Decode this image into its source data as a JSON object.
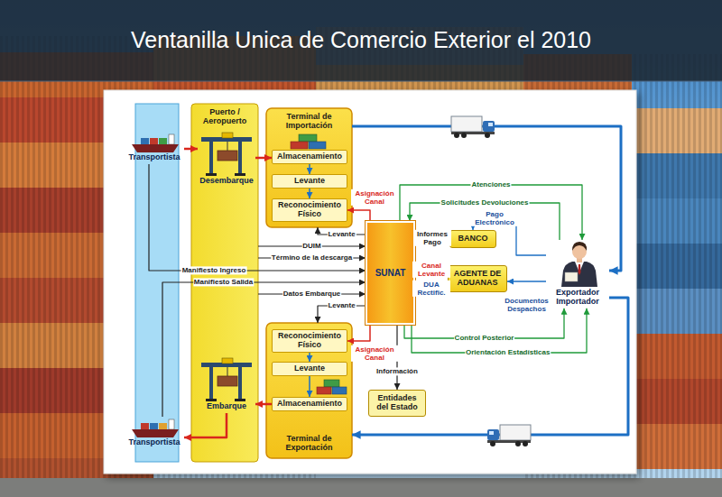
{
  "diagram": {
    "title": "Ventanilla Unica de Comercio Exterior el 2010",
    "nodes": [
      {
        "text": [
          "Transportista"
        ]
      },
      {
        "text": [
          "Puerto / Aeropuerto"
        ]
      },
      {
        "text": [
          "Desembarque"
        ],
        "in": 1
      },
      {
        "text": [
          "Terminal de Importación"
        ]
      },
      {
        "text": [
          "Almacenamiento"
        ],
        "in": 3
      },
      {
        "text": [
          "Levante"
        ],
        "in": 3
      },
      {
        "text": [
          "Reconocimiento Físico"
        ],
        "in": 3
      },
      {
        "text": [
          "SUNAT"
        ]
      },
      {
        "text": [
          "BANCO"
        ]
      },
      {
        "text": [
          "AGENTE DE ADUANAS"
        ]
      },
      {
        "text": [
          "Exportador Importador"
        ]
      },
      {
        "text": [
          "Terminal de Exportación"
        ]
      },
      {
        "text": [
          "Reconocimiento Físico"
        ],
        "in": 11
      },
      {
        "text": [
          "Levante"
        ],
        "in": 11
      },
      {
        "text": [
          "Almacenamiento"
        ],
        "in": 11
      },
      {
        "text": [
          "Embarque"
        ],
        "in": 1
      },
      {
        "text": [
          "Entidades del Estado"
        ]
      },
      {
        "text": [
          "Transportista"
        ]
      }
    ],
    "edges": [
      {
        "from": 0,
        "to": 2,
        "arrow": "to"
      },
      {
        "from": 2,
        "to": 4,
        "arrow": "to"
      },
      {
        "from": 4,
        "to": 5,
        "arrow": "to"
      },
      {
        "from": 5,
        "to": 6,
        "arrow": "to"
      },
      {
        "from": 7,
        "to": 6,
        "label": "Asignación Canal",
        "arrow": "to"
      },
      {
        "from": 7,
        "to": 3,
        "label": "Levante",
        "arrow": "to"
      },
      {
        "from": 1,
        "to": 7,
        "label": "DUIM",
        "arrow": "to"
      },
      {
        "from": 1,
        "to": 7,
        "label": "Término de la descarga",
        "arrow": "to"
      },
      {
        "from": 0,
        "to": 7,
        "label": "Manifiesto Ingreso",
        "arrow": "to"
      },
      {
        "from": 17,
        "to": 7,
        "label": "Manifiesto Salida",
        "arrow": "to"
      },
      {
        "from": 1,
        "to": 7,
        "label": "Datos Embarque",
        "arrow": "to"
      },
      {
        "from": 7,
        "to": 11,
        "label": "Levante",
        "arrow": "to"
      },
      {
        "from": 7,
        "to": 12,
        "label": "Asignación Canal",
        "arrow": "to"
      },
      {
        "from": 12,
        "to": 13,
        "arrow": "to"
      },
      {
        "from": 13,
        "to": 14,
        "arrow": "to"
      },
      {
        "from": 14,
        "to": 15,
        "arrow": "to"
      },
      {
        "from": 15,
        "to": 17,
        "arrow": "to"
      },
      {
        "from": 3,
        "to": 10,
        "arrow": "to"
      },
      {
        "from": 10,
        "to": 11,
        "arrow": "to"
      },
      {
        "from": 7,
        "to": 10,
        "label": "Atenciones",
        "arrow": "to"
      },
      {
        "from": 10,
        "to": 7,
        "label": "Solicitudes Devoluciones",
        "arrow": "to"
      },
      {
        "from": 10,
        "to": 8,
        "label": "Pago Electrónico",
        "arrow": "to"
      },
      {
        "from": 8,
        "to": 7,
        "label": "Informes Pago",
        "arrow": "to"
      },
      {
        "from": 7,
        "to": 9,
        "label": "Canal Levante",
        "arrow": "to"
      },
      {
        "from": 9,
        "to": 7,
        "label": "DUA Rectific.",
        "arrow": "to"
      },
      {
        "from": 10,
        "to": 9,
        "label": "Documentos Despachos",
        "arrow": "to"
      },
      {
        "from": 7,
        "to": 10,
        "label": "Control Posterior",
        "arrow": "to"
      },
      {
        "from": 7,
        "to": 10,
        "label": "Orientación Estadísticas",
        "arrow": "to"
      },
      {
        "from": 7,
        "to": 16,
        "label": "Información",
        "arrow": "to"
      }
    ]
  }
}
